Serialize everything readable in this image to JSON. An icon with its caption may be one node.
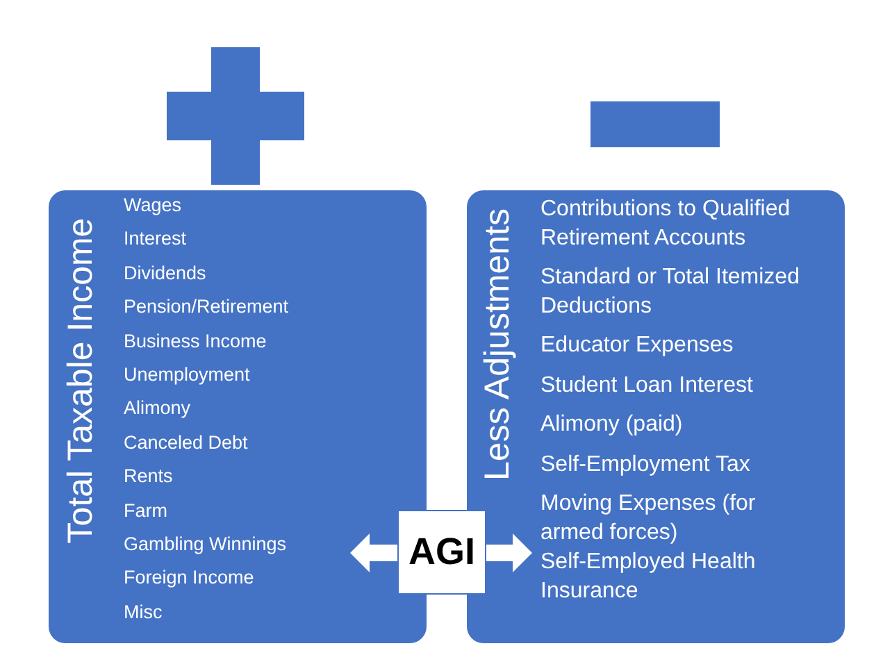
{
  "diagram": {
    "nodes": [
      {
        "text": [
          "Total Taxable Income",
          "Wages",
          "Interest",
          "Dividends",
          "Pension/Retirement",
          "Business Income",
          "Unemployment",
          "Alimony",
          "Canceled Debt",
          "Rents",
          "Farm",
          "Gambling Winnings",
          "Foreign Income",
          "Misc"
        ]
      },
      {
        "text": [
          "Less Adjustments",
          "Contributions to Qualified Retirement Accounts",
          "Standard or Total Itemized Deductions",
          "Educator Expenses",
          "Student Loan Interest",
          "Alimony (paid)",
          "Self-Employment Tax",
          "Moving Expenses (for armed forces)",
          "Self-Employed Health Insurance"
        ]
      },
      {
        "text": [
          "AGI"
        ]
      }
    ],
    "edges": [
      {
        "from": 2,
        "to": 0,
        "arrow": "to"
      },
      {
        "from": 2,
        "to": 1,
        "arrow": "to"
      }
    ]
  }
}
